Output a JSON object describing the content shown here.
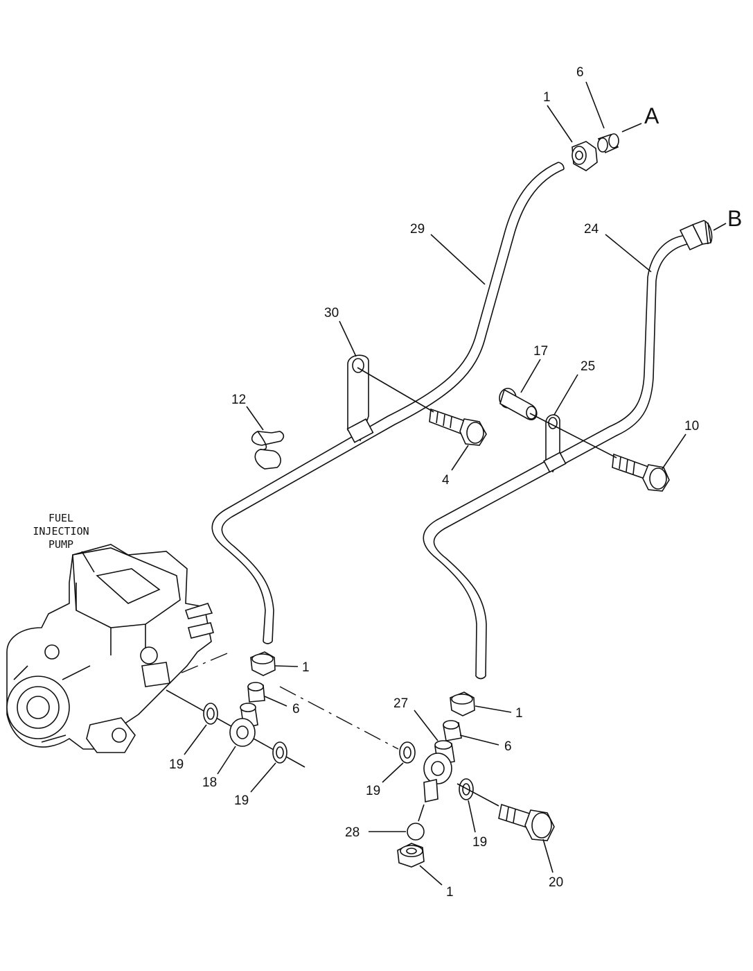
{
  "diagram": {
    "reference_labels": [
      "A",
      "B"
    ],
    "pump_label": [
      "FUEL",
      "INJECTION",
      "PUMP"
    ],
    "callouts": {
      "c1_top": "1",
      "c6_top": "6",
      "c29": "29",
      "c24": "24",
      "c30": "30",
      "c17": "17",
      "c25": "25",
      "c12": "12",
      "c4": "4",
      "c10": "10",
      "c1_mid": "1",
      "c6_mid": "6",
      "c27": "27",
      "c1_right": "1",
      "c6_right": "6",
      "c19_a": "19",
      "c18": "18",
      "c19_b": "19",
      "c19_c": "19",
      "c28": "28",
      "c19_d": "19",
      "c20": "20",
      "c1_bottom": "1"
    }
  }
}
